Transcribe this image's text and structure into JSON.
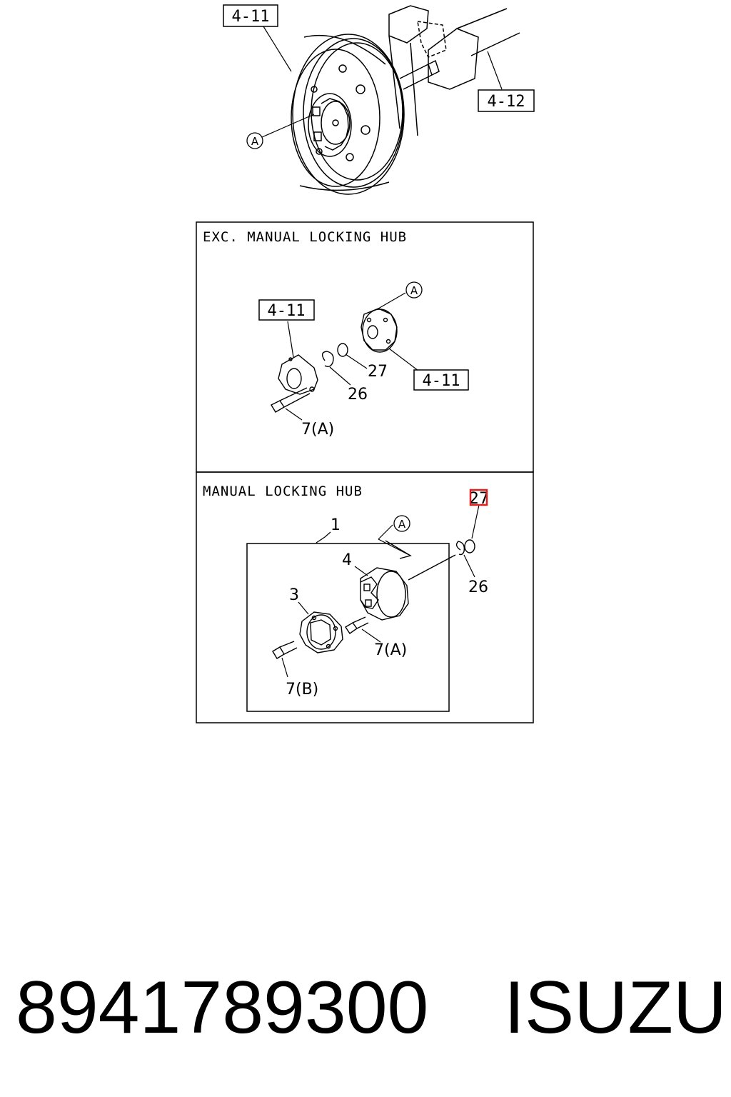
{
  "top_view": {
    "ref_hub": "4-11",
    "ref_shaft": "4-12",
    "callout_a": "A"
  },
  "panel_exc": {
    "title": "EXC. MANUAL LOCKING HUB",
    "ref_hub": "4-11",
    "ref_flange": "4-11",
    "callout_a": "A",
    "label_27": "27",
    "label_26": "26",
    "label_7a": "7(A)"
  },
  "panel_manual": {
    "title": "MANUAL LOCKING HUB",
    "label_1": "1",
    "callout_a": "A",
    "label_27": "27",
    "label_26": "26",
    "label_4": "4",
    "label_3": "3",
    "label_7a": "7(A)",
    "label_7b": "7(B)",
    "highlight_color": "#e02020"
  },
  "footer": {
    "part_number": "8941789300",
    "brand": "ISUZU"
  }
}
